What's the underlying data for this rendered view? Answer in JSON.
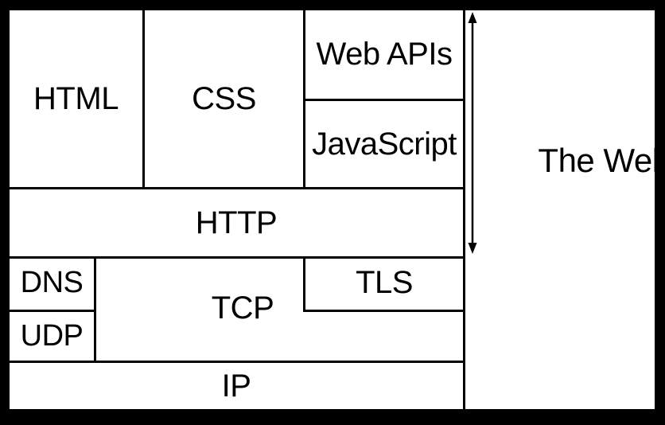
{
  "diagram": {
    "type": "stack-diagram",
    "labels": {
      "html": "HTML",
      "css": "CSS",
      "web_apis": "Web APIs",
      "javascript": "JavaScript",
      "http": "HTTP",
      "dns": "DNS",
      "udp": "UDP",
      "tcp": "TCP",
      "tls": "TLS",
      "ip": "IP",
      "the_web": "The Web"
    },
    "colors": {
      "background": "#000000",
      "box_fill": "#ffffff",
      "line": "#000000",
      "text": "#000000"
    }
  }
}
